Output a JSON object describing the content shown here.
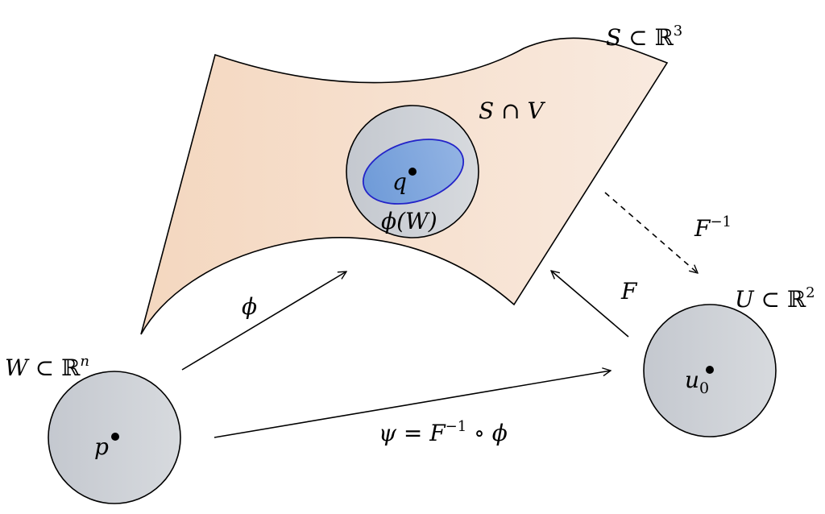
{
  "labels": {
    "surface": {
      "name": "S",
      "op": " ⊂ ",
      "space": "ℝ",
      "exp": "3"
    },
    "intersection": "S ∩ V",
    "image": "ϕ(W)",
    "point_q": "q",
    "domain_W": {
      "name": "W",
      "op": " ⊂ ",
      "space": "ℝ",
      "exp": "n"
    },
    "point_p": "p",
    "domain_U": {
      "name": "U",
      "op": " ⊂ ",
      "space": "ℝ",
      "exp": "2"
    },
    "point_u0": {
      "base": "u",
      "sub": "0"
    },
    "map_phi": "ϕ",
    "map_F": "F",
    "map_Finv": {
      "base": "F",
      "exp": "−1"
    },
    "map_psi": {
      "lhs": "ψ = F",
      "exp": "−1",
      "rhs": " ∘ ϕ"
    }
  },
  "colors": {
    "surface_fill_left": "#f4d7bf",
    "surface_fill_right": "#f9eadf",
    "disk_fill": "#c4c8cf",
    "disk_fill_light": "#d7dade",
    "image_fill": "#7fa6dc",
    "image_stroke": "#2323c8",
    "image_label": "#2323c8",
    "ink": "#000000"
  }
}
